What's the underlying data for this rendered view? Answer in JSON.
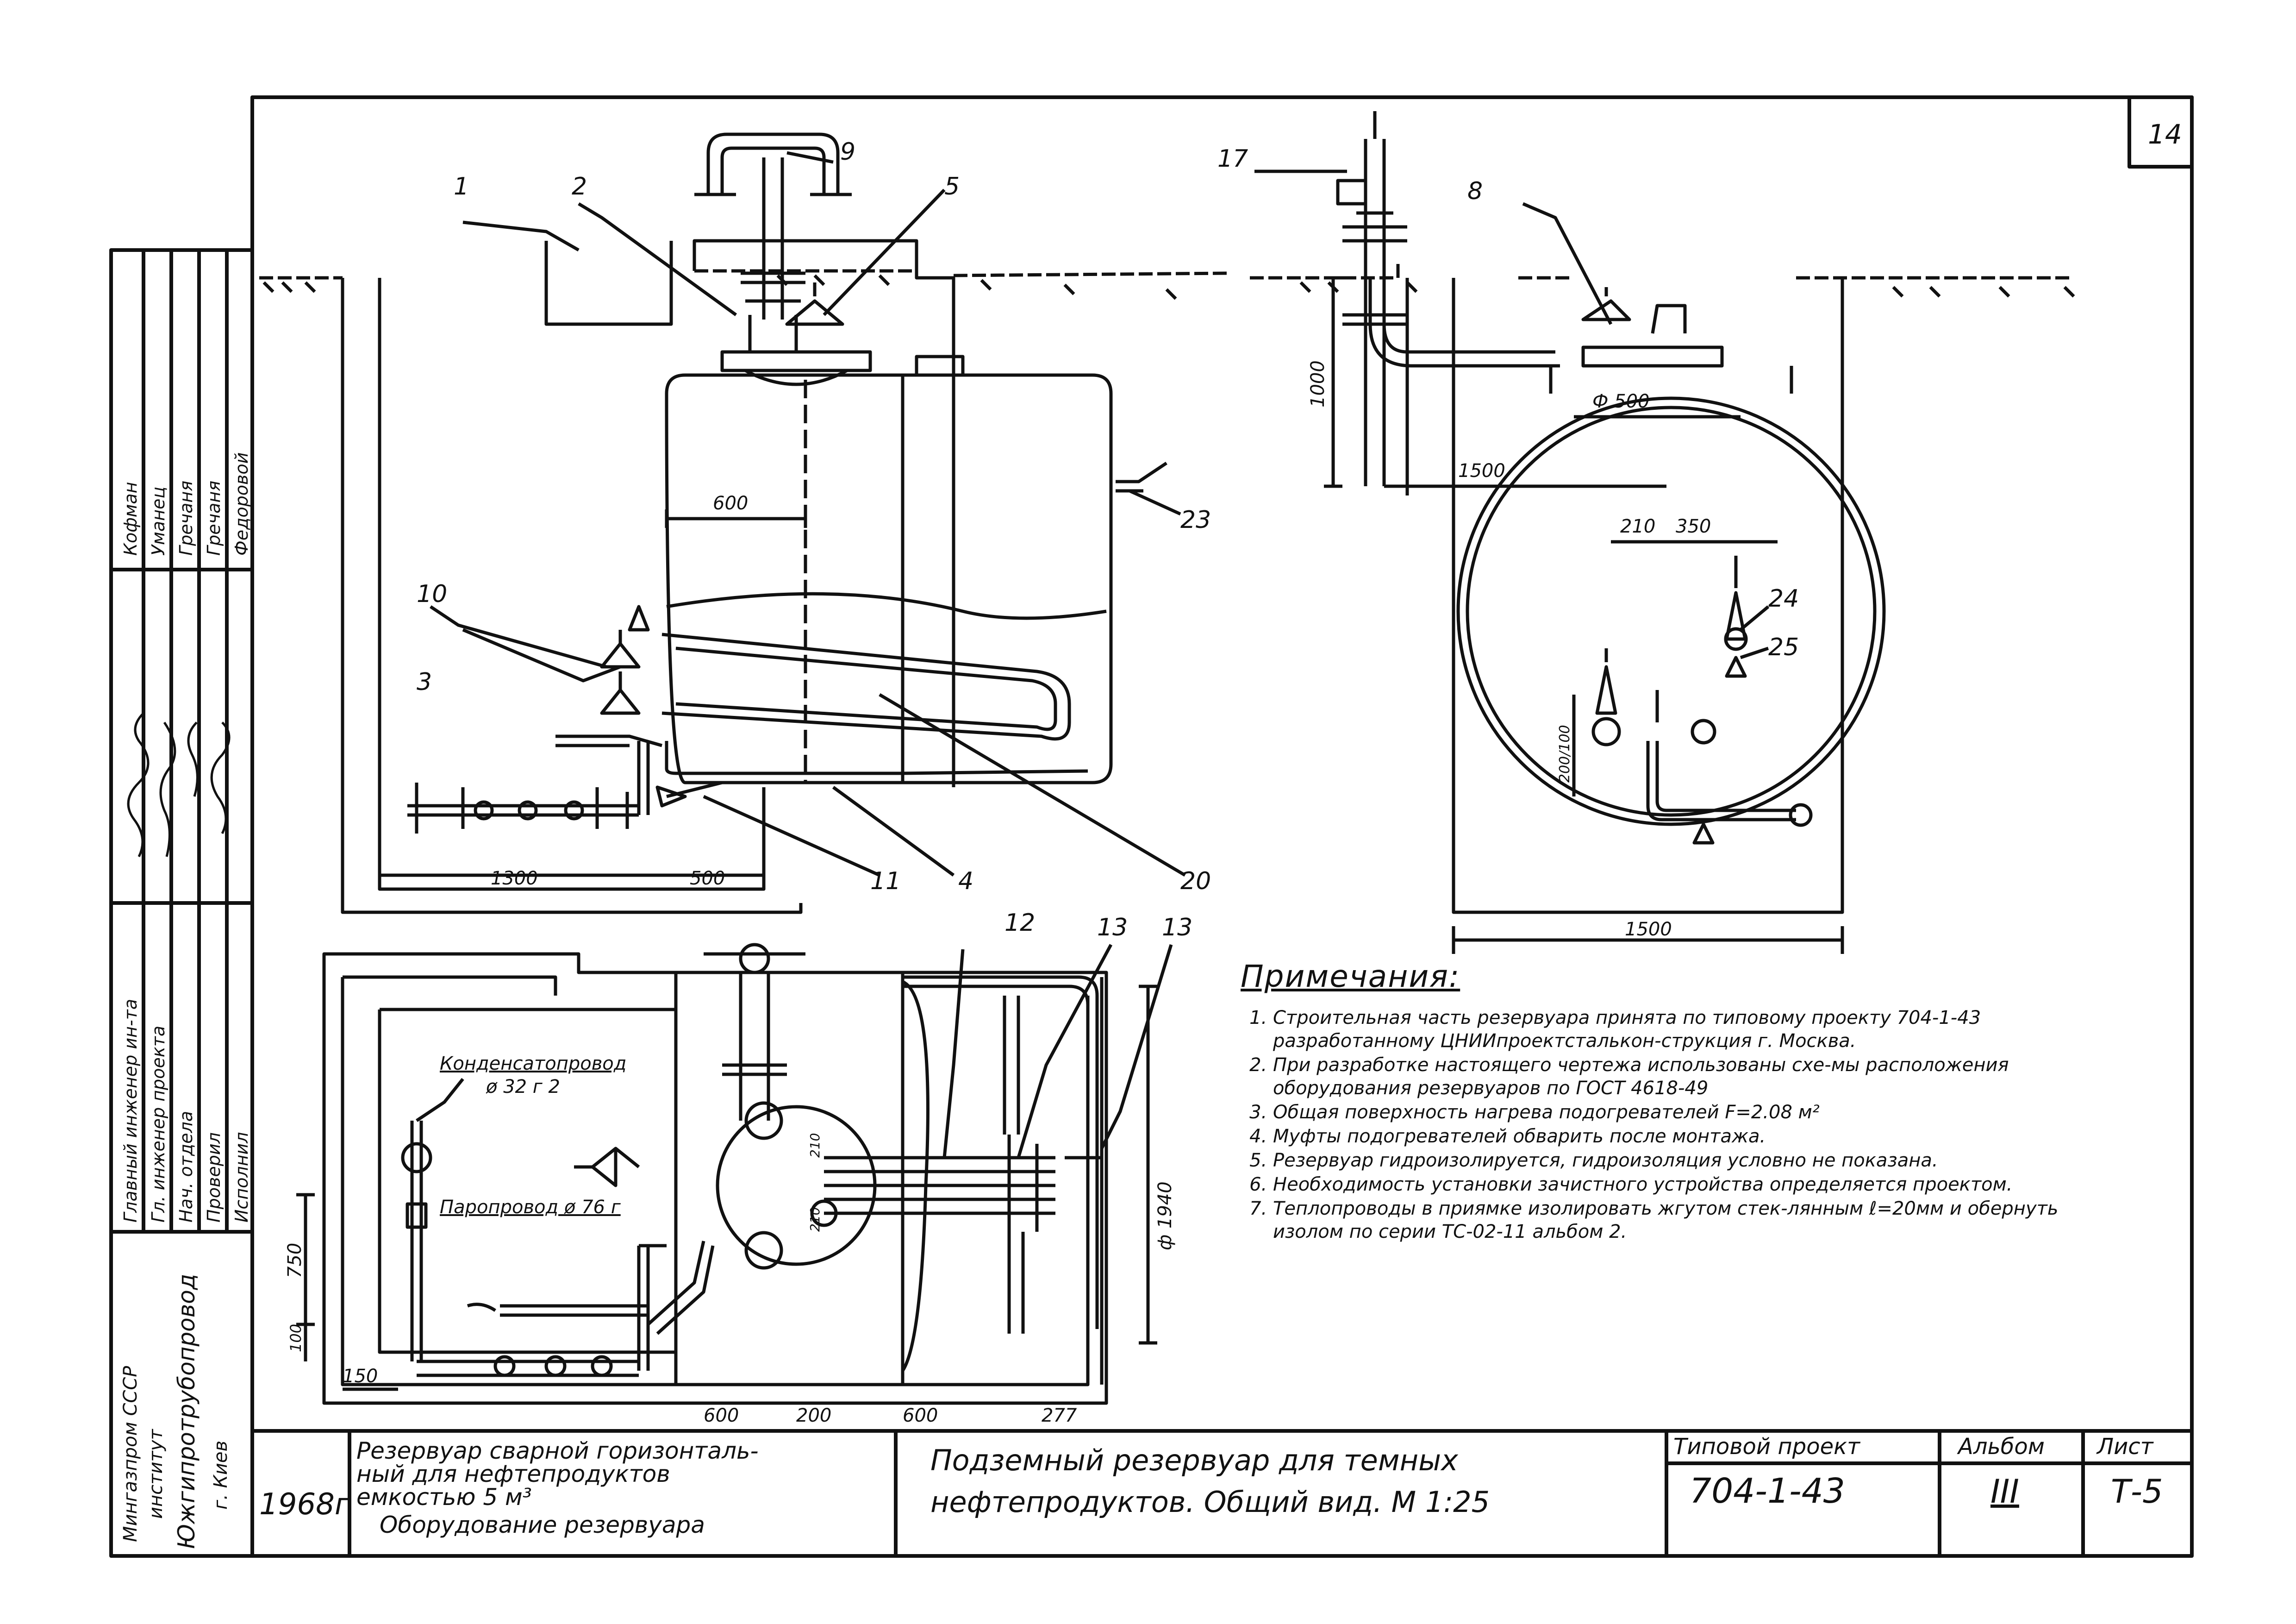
{
  "sheet_number_corner": "14",
  "callouts": [
    "1",
    "2",
    "9",
    "5",
    "3",
    "10",
    "11",
    "4",
    "20",
    "23",
    "17",
    "8",
    "24",
    "25",
    "12",
    "13",
    "13"
  ],
  "dimensions": {
    "front_600": "600",
    "front_1300": "1300",
    "front_500": "500",
    "side_1000": "1000",
    "side_1500_top": "1500",
    "side_phi500": "Ф 500",
    "side_210": "210",
    "side_350": "350",
    "side_200": "200/100",
    "side_1500_bottom": "1500",
    "plan_750": "750",
    "plan_100": "100",
    "plan_150": "150",
    "plan_600a": "600",
    "plan_200": "200",
    "plan_600b": "600",
    "plan_277": "277",
    "plan_phi1940": "ф 1940",
    "plan_210a": "210",
    "plan_210b": "210"
  },
  "plan_labels": {
    "condensate": "Конденсатопровод",
    "condensate_size": "ø 32 г 2",
    "steam": "Паропровод ø 76 г"
  },
  "side_stamp": {
    "org_lines": [
      "Мингазпром СССР",
      "институт",
      "Южгипротрубопровод",
      "г. Киев"
    ],
    "roles": [
      "Главный инженер ин-та",
      "Гл. инженер проекта",
      "Нач. отдела",
      "Проверил",
      "Исполнил"
    ],
    "names": [
      "Кофман",
      "Уманец",
      "Гречаня",
      "Гречаня",
      "Федоровой"
    ]
  },
  "notes": {
    "title": "Примечания:",
    "items": [
      "Строительная часть резервуара принята по типовому проекту 704-1-43 разработанному ЦНИИпроектсталькон-струкция г. Москва.",
      "При разработке настоящего чертежа использованы схе-мы расположения оборудования резервуаров по ГОСТ 4618-49",
      "Общая поверхность нагрева подогревателей F=2.08 м²",
      "Муфты подогревателей обварить после монтажа.",
      "Резервуар гидроизолируется, гидроизоляция условно не показана.",
      "Необходимость установки зачистного устройства определяется проектом.",
      "Теплопроводы в приямке изолировать жгутом стек-лянным ℓ=20мм и обернуть изолом по серии ТС-02-11 альбом 2."
    ]
  },
  "title_block": {
    "year": "1968г",
    "description_lines": [
      "Резервуар сварной горизонталь-",
      "ный для нефтепродуктов",
      "емкостью 5 м³",
      "Оборудование резервуара"
    ],
    "drawing_lines": [
      "Подземный резервуар для темных",
      "нефтепродуктов. Общий вид. М 1:25"
    ],
    "project_label": "Типовой проект",
    "project_value": "704-1-43",
    "album_label": "Альбом",
    "album_value": "III",
    "sheet_label": "Лист",
    "sheet_value": "Т-5"
  }
}
